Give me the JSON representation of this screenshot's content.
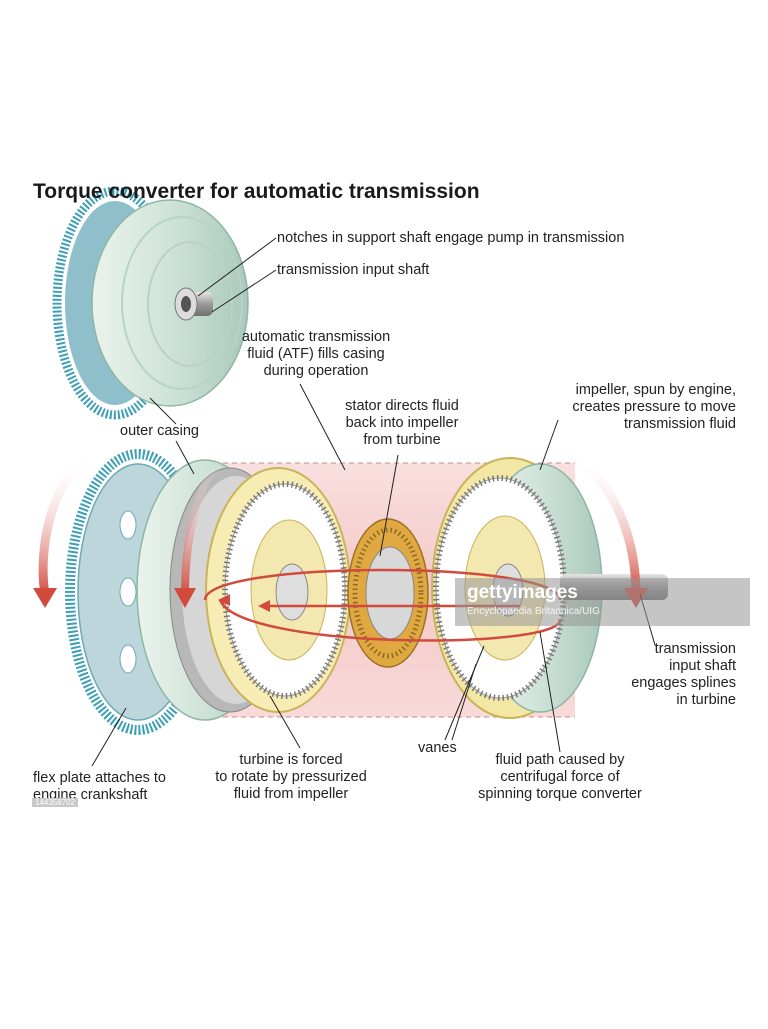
{
  "title": "Torque converter for automatic transmission",
  "labels": {
    "notches": "notches in support shaft engage pump in transmission",
    "input_shaft_top": "transmission input shaft",
    "atf": [
      "automatic transmission",
      "fluid (ATF) fills casing",
      "during operation"
    ],
    "impeller": [
      "impeller, spun by engine,",
      "creates pressure to move",
      "transmission fluid"
    ],
    "stator": [
      "stator directs fluid",
      "back into impeller",
      "from turbine"
    ],
    "outer_casing": "outer casing",
    "input_shaft_splines": [
      "transmission",
      "input shaft",
      "engages splines",
      "in turbine"
    ],
    "vanes": "vanes",
    "turbine": [
      "turbine is forced",
      "to rotate by pressurized",
      "fluid from impeller"
    ],
    "fluid_path": [
      "fluid path caused by",
      "centrifugal force of",
      "spinning torque converter"
    ],
    "flex_plate": [
      "flex plate attaches to",
      "engine crankshaft"
    ]
  },
  "watermark": {
    "logo": "gettyimages",
    "credit": "Encyclopaedia Britannica/UIG",
    "id": "144358702"
  },
  "colors": {
    "casing": "#cfe3d8",
    "flexplate": "#3d9fb5",
    "turbine_ring": "#f3e7a6",
    "stator": "#e0a840",
    "fluid_band": "#f6c9c8",
    "flow_arrow": "#d24a3c"
  }
}
